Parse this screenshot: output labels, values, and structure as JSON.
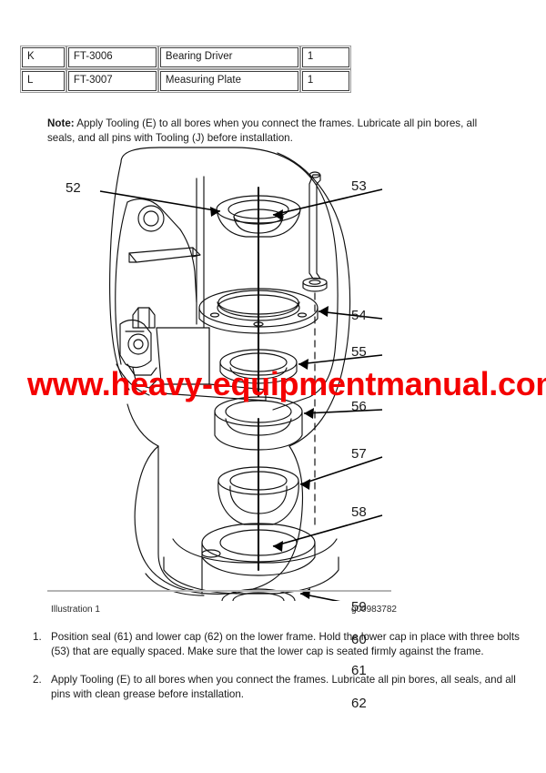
{
  "tool_table": {
    "columns": [
      "letter",
      "part_number",
      "description",
      "quantity"
    ],
    "rows": [
      {
        "letter": "K",
        "part_number": "FT-3006",
        "description": "Bearing Driver",
        "quantity": "1"
      },
      {
        "letter": "L",
        "part_number": "FT-3007",
        "description": "Measuring Plate",
        "quantity": "1"
      }
    ]
  },
  "note": {
    "label": "Note:",
    "text": " Apply Tooling (E) to all bores when you connect the frames. Lubricate all pin bores, all seals, and all pins with Tooling (J) before installation."
  },
  "illustration": {
    "caption": "Illustration 1",
    "graphic_id": "g00983782",
    "callouts": [
      {
        "id": "52",
        "side": "left",
        "label": "52"
      },
      {
        "id": "53",
        "side": "right",
        "label": "53"
      },
      {
        "id": "54",
        "side": "right",
        "label": "54"
      },
      {
        "id": "55",
        "side": "right",
        "label": "55"
      },
      {
        "id": "56",
        "side": "right",
        "label": "56"
      },
      {
        "id": "57",
        "side": "right",
        "label": "57"
      },
      {
        "id": "58",
        "side": "right",
        "label": "58"
      },
      {
        "id": "59",
        "side": "right",
        "label": "59"
      },
      {
        "id": "60",
        "side": "right",
        "label": "60"
      },
      {
        "id": "61",
        "side": "right",
        "label": "61"
      },
      {
        "id": "62",
        "side": "right",
        "label": "62"
      }
    ]
  },
  "watermark": {
    "text": "www.heavy-equipmentmanual.com",
    "color": "#f40000"
  },
  "steps": [
    {
      "number": "1.",
      "text": "Position seal (61) and lower cap (62) on the lower frame. Hold the lower cap in place with three bolts (53) that are equally spaced. Make sure that the lower cap is seated firmly against the frame."
    },
    {
      "number": "2.",
      "text": "Apply Tooling (E) to all bores when you connect the frames. Lubricate all pin bores, all seals, and all pins with clean grease before installation."
    }
  ]
}
